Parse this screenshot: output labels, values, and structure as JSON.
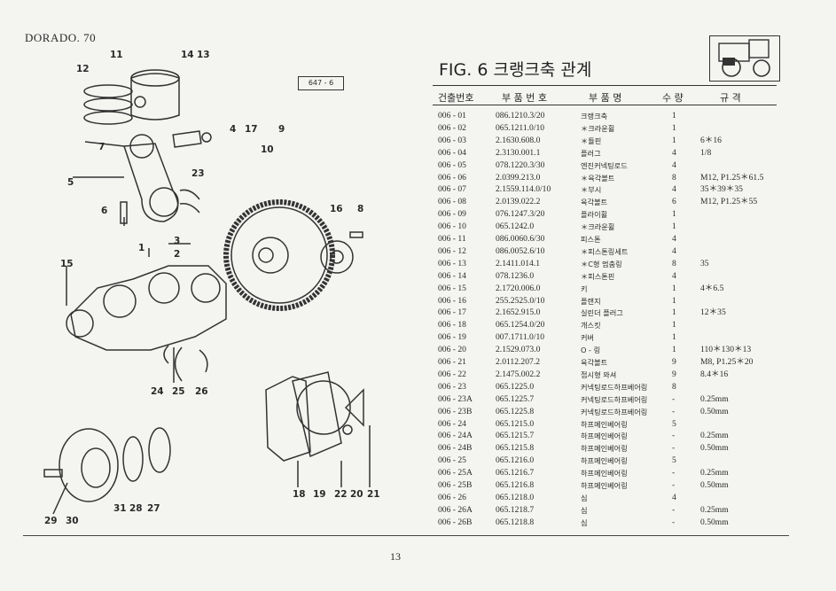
{
  "header": {
    "model": "DORADO. 70",
    "ref_code": "647 - 6"
  },
  "figure": {
    "title": "FIG. 6 크랭크축 관계"
  },
  "diagram": {
    "callouts": [
      "11",
      "14",
      "13",
      "12",
      "7",
      "5",
      "23",
      "6",
      "4",
      "17",
      "9",
      "10",
      "16",
      "8",
      "3",
      "1",
      "2",
      "15",
      "24",
      "25",
      "26",
      "18",
      "19",
      "22",
      "20",
      "21",
      "29",
      "30",
      "31",
      "28",
      "27"
    ]
  },
  "table": {
    "headers": {
      "code": "건출번호",
      "part": "부 품 번 호",
      "name": "부 품 명",
      "qty": "수 량",
      "spec": "규   격"
    },
    "rows": [
      {
        "code": "006 - 01",
        "part": "086.1210.3/20",
        "name": "크랭크축",
        "qty": "1",
        "spec": ""
      },
      {
        "code": "006 - 02",
        "part": "065.1211.0/10",
        "name": "＊크라운휠",
        "qty": "1",
        "spec": ""
      },
      {
        "code": "006 - 03",
        "part": "2.1630.608.0",
        "name": "＊듈핀",
        "qty": "1",
        "spec": "6＊16"
      },
      {
        "code": "006 - 04",
        "part": "2.3130.001.1",
        "name": "플러그",
        "qty": "4",
        "spec": "1/8"
      },
      {
        "code": "006 - 05",
        "part": "078.1220.3/30",
        "name": "엔진커넥팅로드",
        "qty": "4",
        "spec": ""
      },
      {
        "code": "006 - 06",
        "part": "2.0399.213.0",
        "name": "＊육각볼트",
        "qty": "8",
        "spec": "M12, P1.25＊61.5"
      },
      {
        "code": "006 - 07",
        "part": "2.1559.114.0/10",
        "name": "＊부시",
        "qty": "4",
        "spec": "35＊39＊35"
      },
      {
        "code": "006 - 08",
        "part": "2.0139.022.2",
        "name": "육각볼트",
        "qty": "6",
        "spec": "M12, P1.25＊55"
      },
      {
        "code": "006 - 09",
        "part": "076.1247.3/20",
        "name": "플라이휠",
        "qty": "1",
        "spec": ""
      },
      {
        "code": "006 - 10",
        "part": "065.1242.0",
        "name": "＊크라운휠",
        "qty": "1",
        "spec": ""
      },
      {
        "code": "006 - 11",
        "part": "086.0060.6/30",
        "name": "피스톤",
        "qty": "4",
        "spec": ""
      },
      {
        "code": "006 - 12",
        "part": "086.0052.6/10",
        "name": "＊피스톤링세트",
        "qty": "4",
        "spec": ""
      },
      {
        "code": "006 - 13",
        "part": "2.1411.014.1",
        "name": "＊C형 멈춤링",
        "qty": "8",
        "spec": "35"
      },
      {
        "code": "006 - 14",
        "part": "078.1236.0",
        "name": "＊피스톤핀",
        "qty": "4",
        "spec": ""
      },
      {
        "code": "006 - 15",
        "part": "2.1720.006.0",
        "name": "키",
        "qty": "1",
        "spec": "4＊6.5"
      },
      {
        "code": "006 - 16",
        "part": "255.2525.0/10",
        "name": "플랜지",
        "qty": "1",
        "spec": ""
      },
      {
        "code": "006 - 17",
        "part": "2.1652.915.0",
        "name": "실린더 플러그",
        "qty": "1",
        "spec": "12＊35"
      },
      {
        "code": "006 - 18",
        "part": "065.1254.0/20",
        "name": "개스킷",
        "qty": "1",
        "spec": ""
      },
      {
        "code": "006 - 19",
        "part": "007.1711.0/10",
        "name": "커버",
        "qty": "1",
        "spec": ""
      },
      {
        "code": "006 - 20",
        "part": "2.1529.073.0",
        "name": "O - 링",
        "qty": "1",
        "spec": "110＊130＊13"
      },
      {
        "code": "006 - 21",
        "part": "2.0112.207.2",
        "name": "육각볼트",
        "qty": "9",
        "spec": "M8, P1.25＊20"
      },
      {
        "code": "006 - 22",
        "part": "2.1475.002.2",
        "name": "접시형 와셔",
        "qty": "9",
        "spec": "8.4＊16"
      },
      {
        "code": "006 - 23",
        "part": "065.1225.0",
        "name": "커넥팅로드하프베어링",
        "qty": "8",
        "spec": ""
      },
      {
        "code": "006 - 23A",
        "part": "065.1225.7",
        "name": "커넥팅로드하프베어링",
        "qty": "-",
        "spec": "0.25mm"
      },
      {
        "code": "006 - 23B",
        "part": "065.1225.8",
        "name": "커넥팅로드하프베어링",
        "qty": "-",
        "spec": "0.50mm"
      },
      {
        "code": "006 - 24",
        "part": "065.1215.0",
        "name": "하프메인베어링",
        "qty": "5",
        "spec": ""
      },
      {
        "code": "006 - 24A",
        "part": "065.1215.7",
        "name": "하프메인베어링",
        "qty": "-",
        "spec": "0.25mm"
      },
      {
        "code": "006 - 24B",
        "part": "065.1215.8",
        "name": "하프메인베어링",
        "qty": "-",
        "spec": "0.50mm"
      },
      {
        "code": "006 - 25",
        "part": "065.1216.0",
        "name": "하프메인베어링",
        "qty": "5",
        "spec": ""
      },
      {
        "code": "006 - 25A",
        "part": "065.1216.7",
        "name": "하프메인베어링",
        "qty": "-",
        "spec": "0.25mm"
      },
      {
        "code": "006 - 25B",
        "part": "065.1216.8",
        "name": "하프메인베어링",
        "qty": "-",
        "spec": "0.50mm"
      },
      {
        "code": "006 - 26",
        "part": "065.1218.0",
        "name": "심",
        "qty": "4",
        "spec": ""
      },
      {
        "code": "006 - 26A",
        "part": "065.1218.7",
        "name": "심",
        "qty": "-",
        "spec": "0.25mm"
      },
      {
        "code": "006 - 26B",
        "part": "065.1218.8",
        "name": "심",
        "qty": "-",
        "spec": "0.50mm"
      }
    ]
  },
  "footer": {
    "page_number": "13"
  }
}
